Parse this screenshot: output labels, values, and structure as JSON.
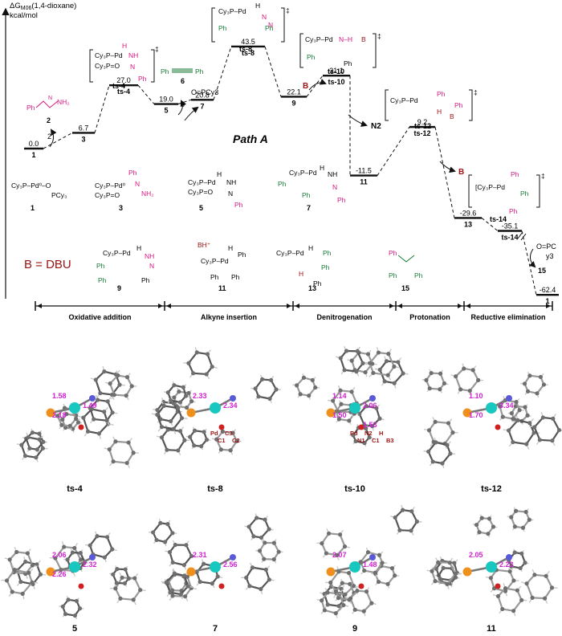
{
  "axis": {
    "y_label": "ΔG",
    "y_label_sub": "M06",
    "y_label_solvent": "(1,4-dioxane)",
    "y_unit": "kcal/mol"
  },
  "path_title": "Path A",
  "base_label": "B = DBU",
  "species": [
    {
      "id": "1",
      "energy": "0.0"
    },
    {
      "id": "3",
      "energy": "6.7"
    },
    {
      "id": "ts-4",
      "energy": "27.0"
    },
    {
      "id": "5",
      "energy": "19.0"
    },
    {
      "id": "7",
      "energy": "20.8"
    },
    {
      "id": "ts-8",
      "energy": "43.5"
    },
    {
      "id": "9",
      "energy": "22.1"
    },
    {
      "id": "ts-10",
      "energy": "31.1"
    },
    {
      "id": "11",
      "energy": "-11.5"
    },
    {
      "id": "ts-12",
      "energy": "9.2"
    },
    {
      "id": "13",
      "energy": "-29.6"
    },
    {
      "id": "ts-14",
      "energy": "-35.1"
    },
    {
      "id": "1",
      "energy": "-62.4"
    }
  ],
  "reagents": {
    "r2": "2",
    "r6": "6",
    "opcy3": "O=PCy3",
    "base1": "B",
    "n2": "N2",
    "base2": "B",
    "r15": "15",
    "opc_top": "O=PC",
    "opc_bottom": "y3"
  },
  "structure_labels": [
    "1",
    "3",
    "5",
    "7",
    "9",
    "11",
    "13",
    "15",
    "2",
    "6",
    "ts-4",
    "ts-8",
    "ts-10",
    "ts-12",
    "ts-14"
  ],
  "stages": [
    "Oxidative addition",
    "Alkyne insertion",
    "Denitrogenation",
    "Protonation",
    "Reductive elimination"
  ],
  "geometries_row1": [
    {
      "label": "ts-4",
      "distances": [
        "1.58",
        "1.49",
        "2.18"
      ]
    },
    {
      "label": "ts-8",
      "distances": [
        "2.33",
        "2.34"
      ],
      "atoms": [
        "Pd",
        "C1",
        "C3",
        "C2"
      ]
    },
    {
      "label": "ts-10",
      "distances": [
        "1.14",
        "2.06",
        "1.50",
        "1.53"
      ],
      "atoms": [
        "Pd",
        "N1",
        "N2",
        "C1",
        "H",
        "B3"
      ]
    },
    {
      "label": "ts-12",
      "distances": [
        "1.10",
        "3.34",
        "1.70"
      ]
    }
  ],
  "geometries_row2": [
    {
      "label": "5",
      "distances": [
        "2.06",
        "2.32",
        "2.26"
      ]
    },
    {
      "label": "7",
      "distances": [
        "2.31",
        "2.56"
      ]
    },
    {
      "label": "9",
      "distances": [
        "2.07",
        "1.48"
      ]
    },
    {
      "label": "11",
      "distances": [
        "2.05",
        "2.23"
      ]
    }
  ]
}
